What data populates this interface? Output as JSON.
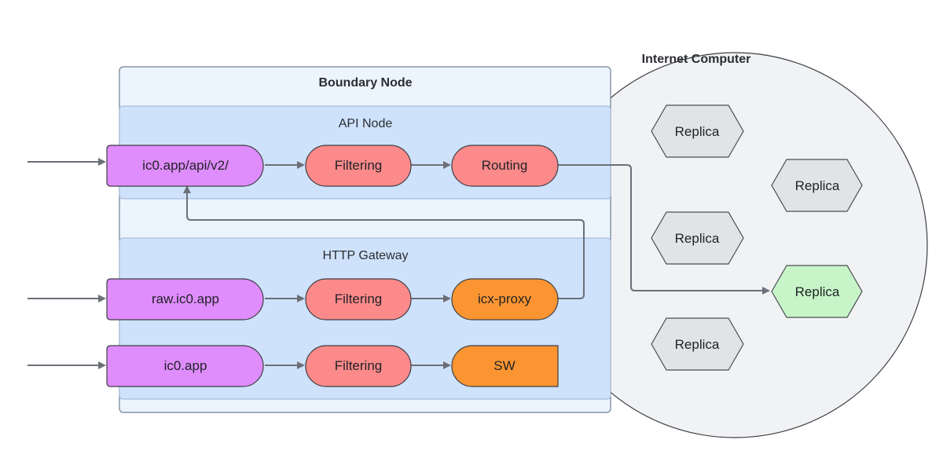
{
  "internet_computer": {
    "title": "Internet Computer",
    "replicas": [
      {
        "label": "Replica",
        "highlighted": false
      },
      {
        "label": "Replica",
        "highlighted": false
      },
      {
        "label": "Replica",
        "highlighted": false
      },
      {
        "label": "Replica",
        "highlighted": true
      },
      {
        "label": "Replica",
        "highlighted": false
      }
    ]
  },
  "boundary_node": {
    "title": "Boundary Node",
    "api_node": {
      "title": "API Node",
      "entry": "ic0.app/api/v2/",
      "filter": "Filtering",
      "router": "Routing"
    },
    "http_gateway": {
      "title": "HTTP Gateway",
      "raw_entry": "raw.ic0.app",
      "raw_filter": "Filtering",
      "proxy": "icx-proxy",
      "entry": "ic0.app",
      "filter": "Filtering",
      "sw": "SW"
    }
  },
  "colors": {
    "entry": "#df8cfc",
    "filter": "#fc8a8a",
    "proxy": "#fb9532",
    "replica": "#e2e3e6",
    "replica_highlight": "#c8f5c8",
    "lane": "#cfe2fb",
    "boundary": "#ecf4fd",
    "circle": "#f1f2f4",
    "arrow": "#6b6f78"
  }
}
